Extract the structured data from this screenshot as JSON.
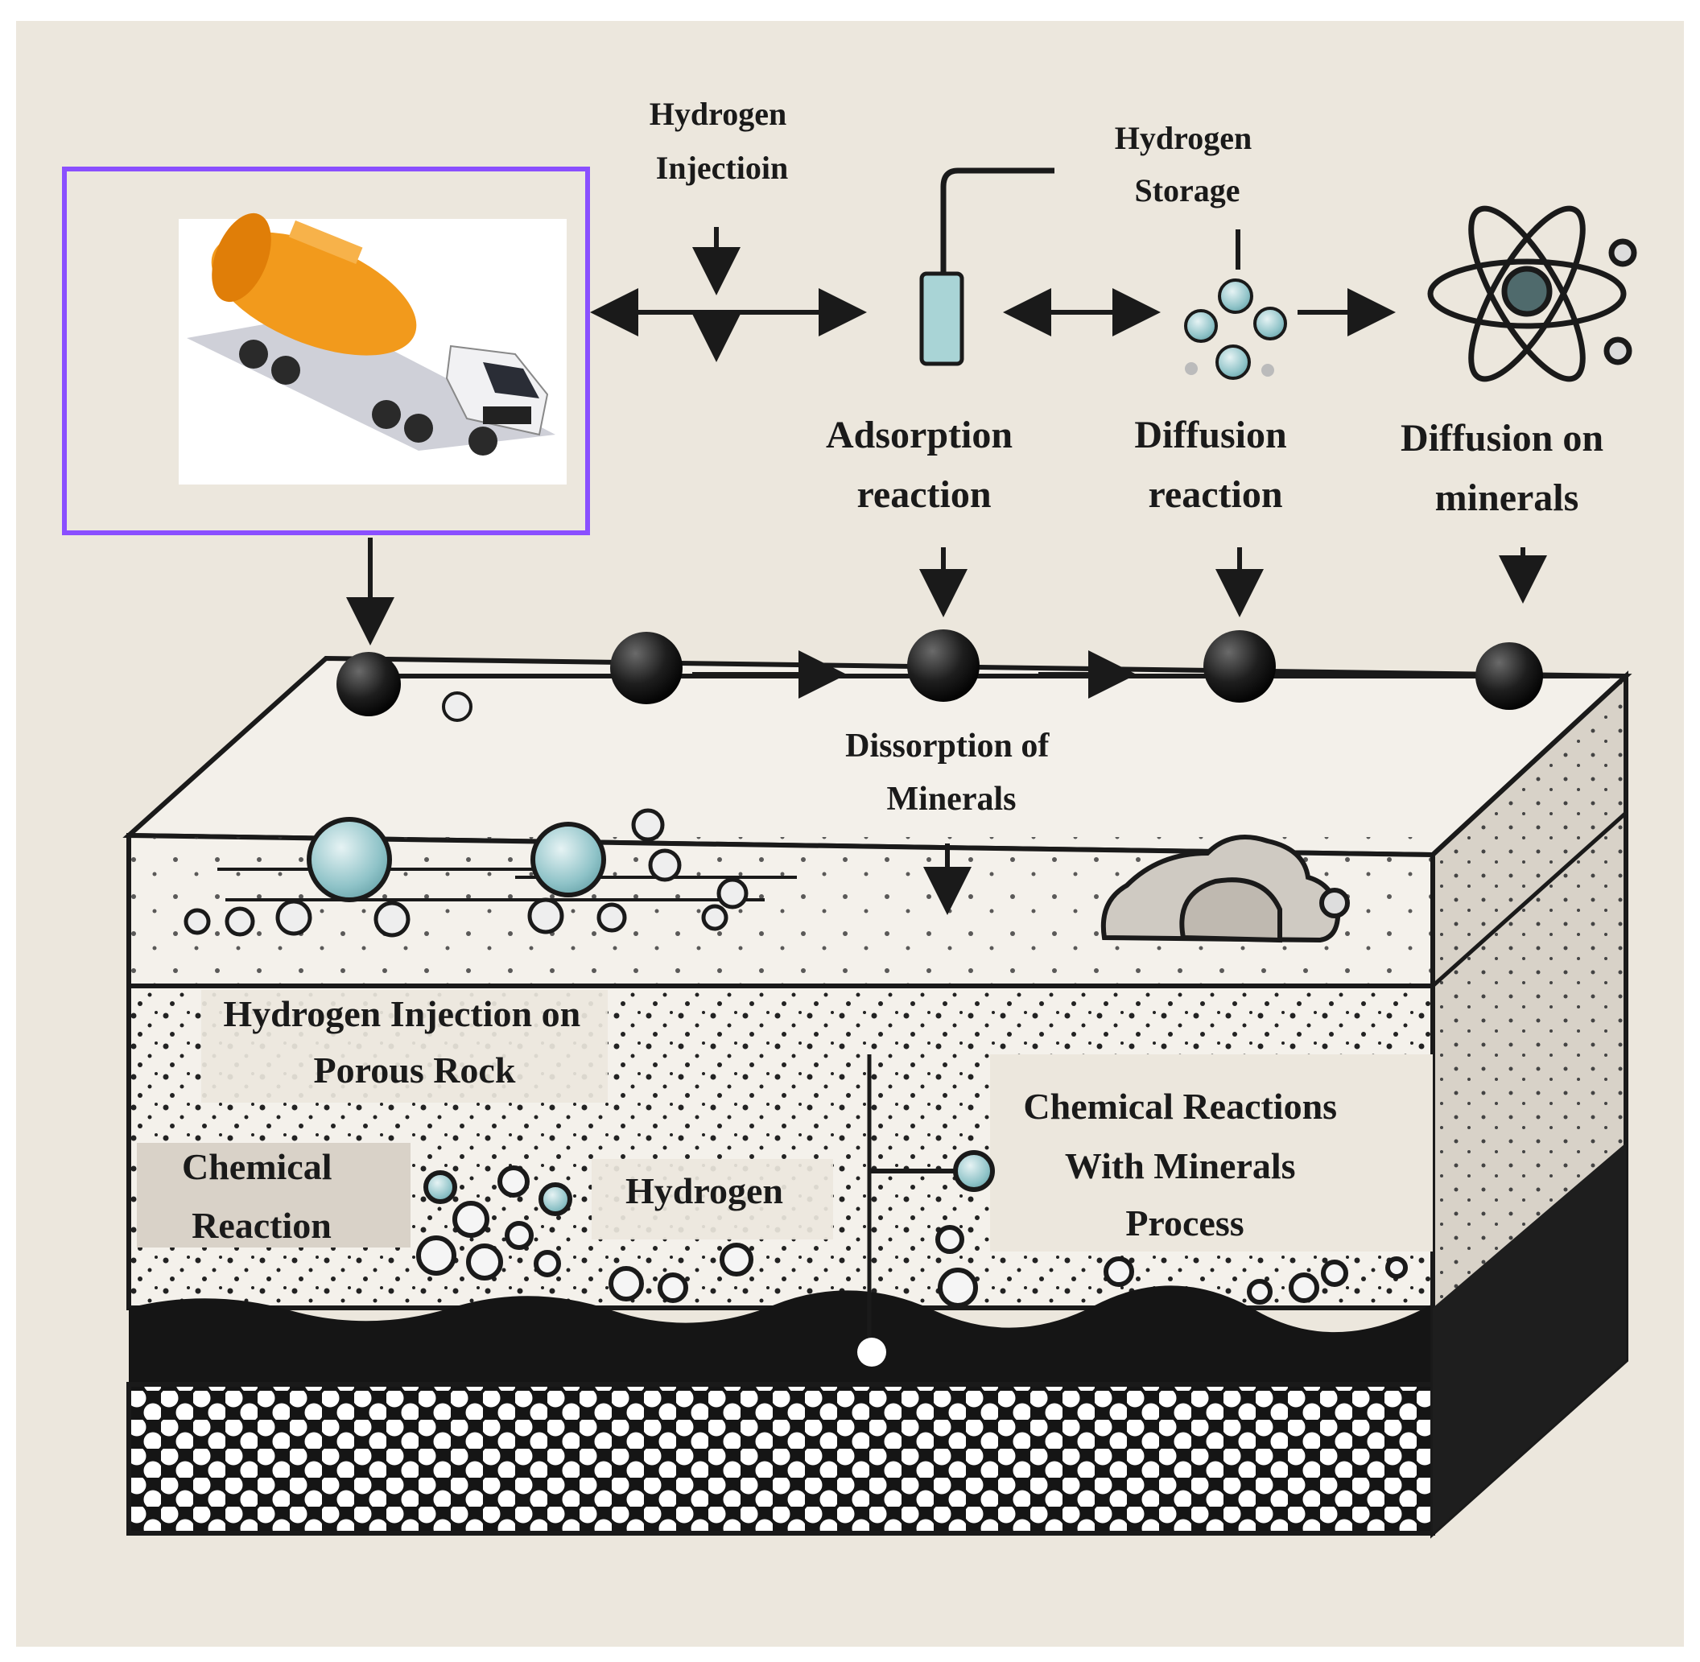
{
  "labels": {
    "hydrogen_injection": [
      "Hydrogen",
      "Injectioin"
    ],
    "hydrogen_storage": [
      "Hydrogen",
      "Storage"
    ],
    "adsorption_reaction": [
      "Adsorption",
      "reaction"
    ],
    "diffusion_reaction": [
      "Diffusion",
      "reaction"
    ],
    "diffusion_on_minerals": [
      "Diffusion on",
      "minerals"
    ],
    "dissorption_of_minerals": [
      "Dissorption of",
      "Minerals"
    ],
    "hydrogen_injection_porous_rock": [
      "Hydrogen Injection on",
      "Porous Rock"
    ],
    "chemical_reaction": [
      "Chemical",
      "Reaction"
    ],
    "hydrogen": "Hydrogen",
    "chemical_reactions_minerals": [
      "Chemical Reactions",
      "With Minerals",
      "Process"
    ]
  },
  "colors": {
    "background": "#ece7dd",
    "frame_border": "#8a4fff",
    "tanker": "#f29a1c",
    "bubble": "#8fc3c8",
    "ink": "#1a1a1a",
    "dark_layer": "#151515"
  },
  "icons": [
    "tanker-truck-icon",
    "atom-icon",
    "injection-probe-icon"
  ]
}
